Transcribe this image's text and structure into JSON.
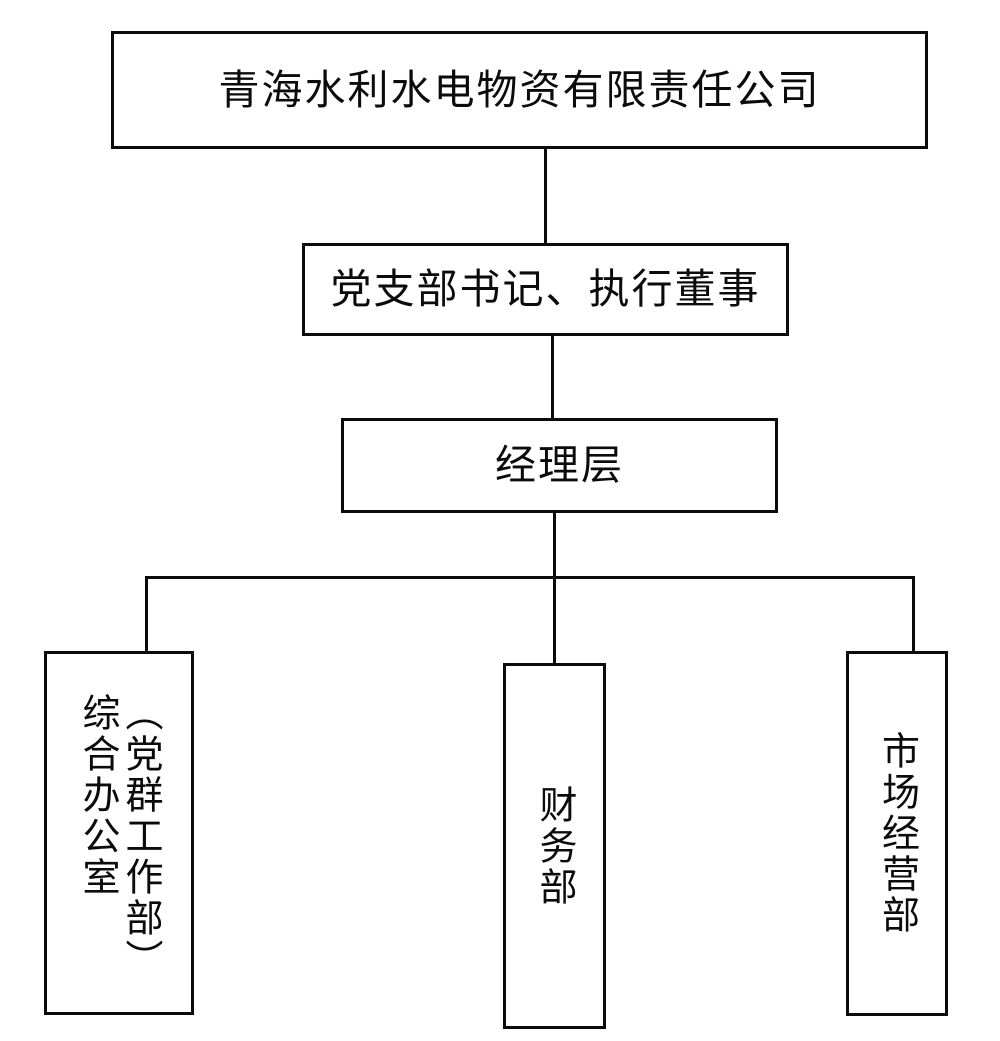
{
  "diagram": {
    "type": "org-chart",
    "orientation": "top-down",
    "language": "zh-CN",
    "colors": {
      "background": "#ffffff",
      "border": "#0b0b0b",
      "text": "#0b0b0b",
      "connector": "#0b0b0b"
    },
    "nodes": {
      "company": {
        "label": "青海水利水电物资有限责任公司",
        "level": 1,
        "text_direction": "horizontal"
      },
      "secretary": {
        "label": "党支部书记、执行董事",
        "level": 2,
        "text_direction": "horizontal"
      },
      "manager": {
        "label": "经理层",
        "level": 3,
        "text_direction": "horizontal"
      },
      "office": {
        "label": "综合办公室（党群工作部）",
        "column_main": "综合办公室",
        "column_paren": "（党群工作部）",
        "level": 4,
        "text_direction": "vertical-rl"
      },
      "finance": {
        "label": "财务部",
        "level": 4,
        "text_direction": "vertical-rl"
      },
      "market": {
        "label": "市场经营部",
        "level": 4,
        "text_direction": "vertical-rl"
      }
    },
    "edges": [
      {
        "from": "company",
        "to": "secretary"
      },
      {
        "from": "secretary",
        "to": "manager"
      },
      {
        "from": "manager",
        "to": "office"
      },
      {
        "from": "manager",
        "to": "finance"
      },
      {
        "from": "manager",
        "to": "market"
      }
    ]
  }
}
